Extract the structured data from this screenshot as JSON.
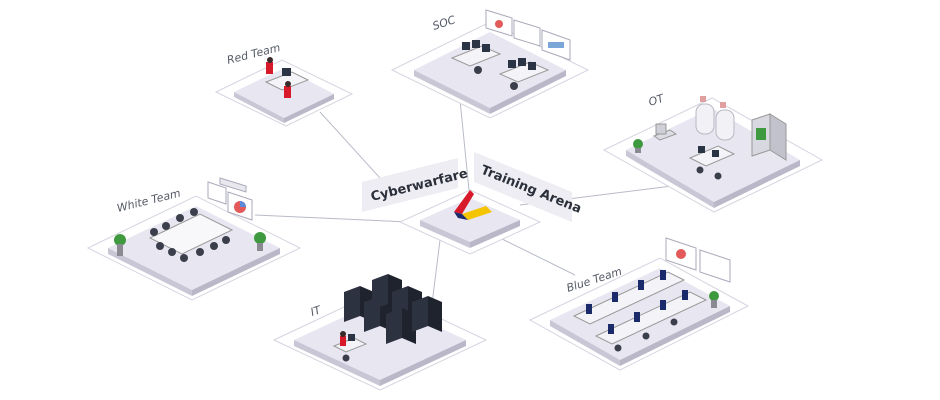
{
  "hub": {
    "title_left": "Cyberwarfare",
    "title_right": "Training Arena",
    "logo": "cyber-range-logo"
  },
  "zones": {
    "soc": {
      "label": "SOC"
    },
    "red_team": {
      "label": "Red Team"
    },
    "ot": {
      "label": "OT"
    },
    "white_team": {
      "label": "White Team"
    },
    "it": {
      "label": "IT"
    },
    "blue_team": {
      "label": "Blue Team"
    }
  },
  "colors": {
    "platform_top": "#e8e6f1",
    "platform_edge": "#c9c7d6",
    "tile": "#ffffff",
    "red_accent": "#d7192a",
    "yellow_accent": "#f5c400",
    "blue_accent": "#1b2a6b",
    "server_dark": "#2d3240",
    "plant_green": "#3f9a3f"
  }
}
